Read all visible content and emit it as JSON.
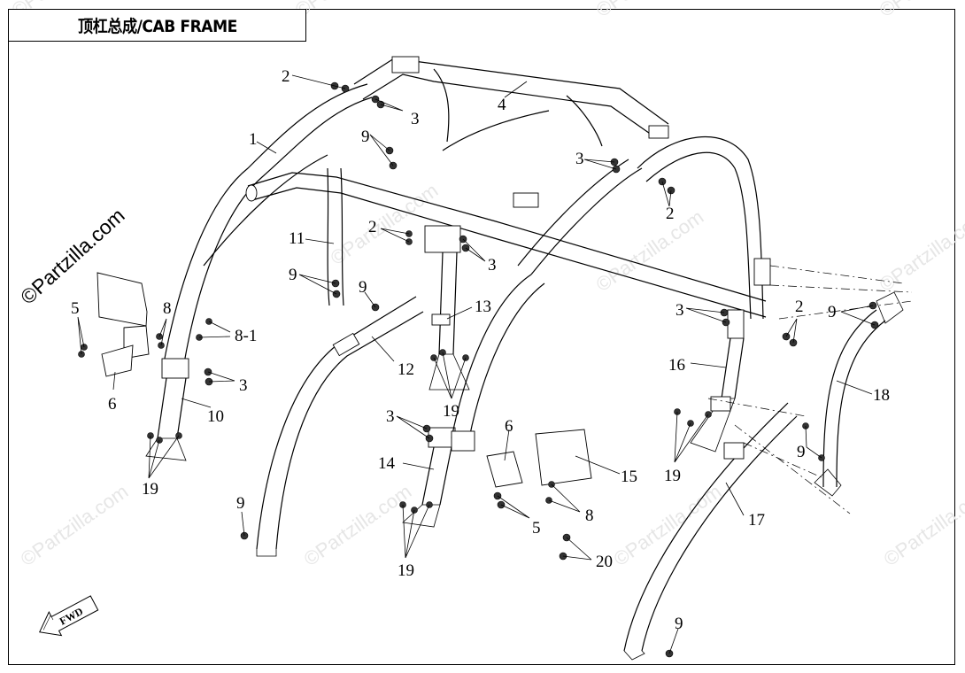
{
  "title": "顶杠总成/CAB FRAME",
  "watermark_main": "©Partzilla.com",
  "watermark_faint": "©Partzilla.com",
  "callouts": {
    "c1": "1",
    "c2a": "2",
    "c2b": "2",
    "c2c": "2",
    "c2d": "2",
    "c3a": "3",
    "c3b": "3",
    "c3c": "3",
    "c3d": "3",
    "c3e": "3",
    "c3f": "3",
    "c4": "4",
    "c5a": "5",
    "c5b": "5",
    "c6a": "6",
    "c6b": "6",
    "c8a": "8",
    "c8b": "8",
    "c81": "8-1",
    "c9a": "9",
    "c9b": "9",
    "c9c": "9",
    "c9d": "9",
    "c9e": "9",
    "c9f": "9",
    "c9g": "9",
    "c10": "10",
    "c11": "11",
    "c12": "12",
    "c13": "13",
    "c14": "14",
    "c15": "15",
    "c16": "16",
    "c17": "17",
    "c18": "18",
    "c19a": "19",
    "c19b": "19",
    "c19c": "19",
    "c19d": "19",
    "c20": "20"
  },
  "fwd_label": "FWD"
}
